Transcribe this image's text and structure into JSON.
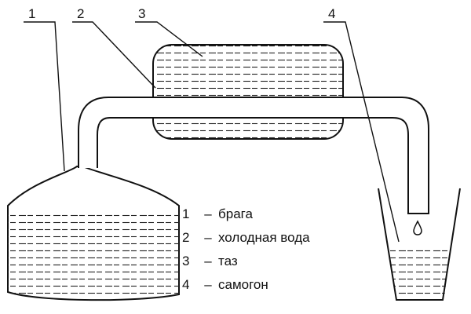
{
  "callouts": [
    "1",
    "2",
    "3",
    "4"
  ],
  "legend": [
    {
      "num": "1",
      "dash": "–",
      "text": "брага"
    },
    {
      "num": "2",
      "dash": "–",
      "text": "холодная вода"
    },
    {
      "num": "3",
      "dash": "–",
      "text": "таз"
    },
    {
      "num": "4",
      "dash": "–",
      "text": "самогон"
    }
  ],
  "colors": {
    "ink": "#111111",
    "paper": "#ffffff"
  }
}
